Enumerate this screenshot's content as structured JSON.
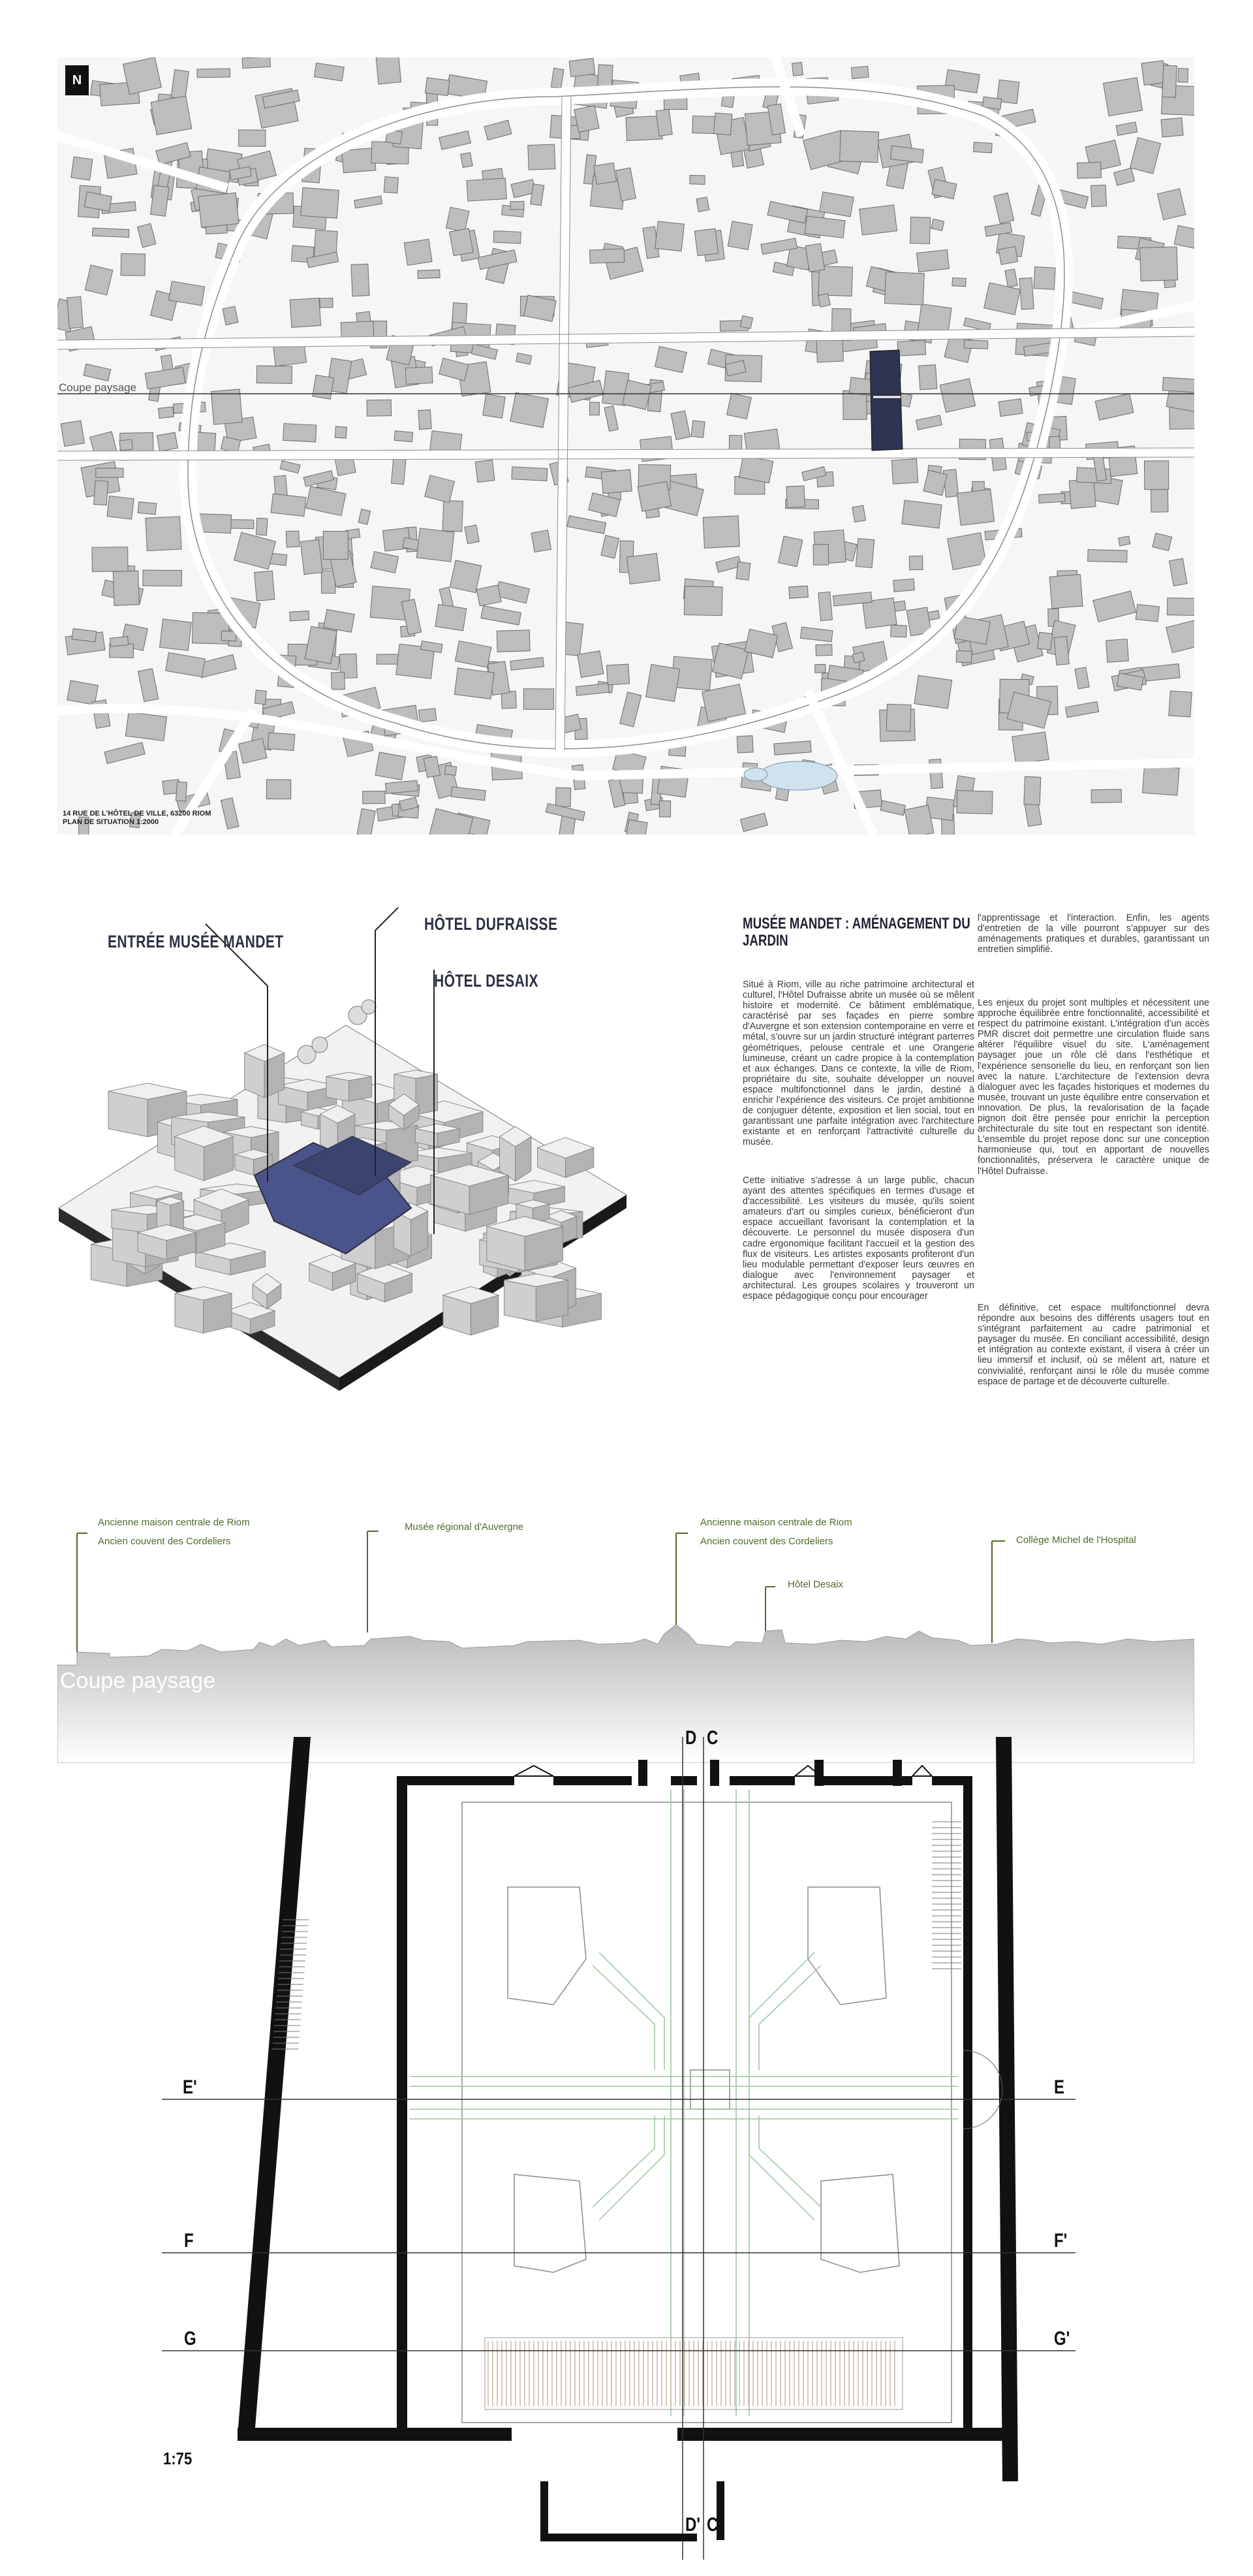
{
  "map": {
    "north_label": "N",
    "section_line_label": "Coupe paysage",
    "address_line1": "14 RUE DE L'HÔTEL DE VILLE, 63200 RIOM",
    "address_line2": "PLAN DE SITUATION 1:2000"
  },
  "axo": {
    "callout_entree": "ENTRÉE MUSÉE MANDET",
    "callout_dufraisse": "HÔTEL DUFRAISSE",
    "callout_desaix": "HÔTEL DESAIX"
  },
  "text": {
    "title": "MUSÉE MANDET : AMÉNAGEMENT DU JARDIN",
    "col1_p1": "Situé à Riom, ville au riche patrimoine architectural et culturel, l'Hôtel Dufraisse abrite un musée où se mêlent histoire et modernité. Ce bâtiment emblématique, caractérisé par ses façades en pierre sombre d'Auvergne et son extension contemporaine en verre et métal, s'ouvre sur un jardin structuré intégrant parterres géométriques, pelouse centrale et une Orangerie lumineuse, créant un cadre propice à la contemplation et aux échanges. Dans ce contexte, la ville de Riom, propriétaire du site, souhaite développer un nouvel espace multifonctionnel dans le jardin, destiné à enrichir l'expérience des visiteurs. Ce projet ambitionne de conjuguer détente, exposition et lien social, tout en garantissant une parfaite intégration avec l'architecture existante et en renforçant l'attractivité culturelle du musée.",
    "col1_p2": "Cette initiative s'adresse à un large public, chacun ayant des attentes spécifiques en termes d'usage et d'accessibilité. Les visiteurs du musée, qu'ils soient amateurs d'art ou simples curieux, bénéficieront d'un espace accueillant favorisant la contemplation et la découverte. Le personnel du musée disposera d'un cadre ergonomique facilitant l'accueil et la gestion des flux de visiteurs. Les artistes exposants profiteront d'un lieu modulable permettant d'exposer leurs œuvres en dialogue avec l'environnement paysager et architectural. Les groupes scolaires y trouveront un espace pédagogique conçu pour encourager",
    "col2_p1": "l'apprentissage et l'interaction. Enfin, les agents d'entretien de la ville pourront s'appuyer sur des aménagements pratiques et durables, garantissant un entretien simplifié.",
    "col2_p2": "Les enjeux du projet sont multiples et nécessitent une approche équilibrée entre fonctionnalité, accessibilité et respect du patrimoine existant. L'intégration d'un accès PMR discret doit permettre une circulation fluide sans altérer l'équilibre visuel du site. L'aménagement paysager joue un rôle clé dans l'esthétique et l'expérience sensorielle du lieu, en renforçant son lien avec la nature. L'architecture de l'extension devra dialoguer avec les façades historiques et modernes du musée, trouvant un juste équilibre entre conservation et innovation. De plus, la revalorisation de la façade pignon doit être pensée pour enrichir la perception architecturale du site tout en respectant son identité. L'ensemble du projet repose donc sur une conception harmonieuse qui, tout en apportant de nouvelles fonctionnalités, préservera le caractère unique de l'Hôtel Dufraisse.",
    "col2_p3": "En définitive, cet espace multifonctionnel devra répondre aux besoins des différents usagers tout en s'intégrant parfaitement au cadre patrimonial et paysager du musée. En conciliant accessibilité, design et intégration au contexte existant, il visera à créer un lieu immersif et inclusif, où se mêlent art, nature et convivialité, renforçant ainsi le rôle du musée comme espace de partage et de découverte culturelle."
  },
  "section": {
    "label_1a": "Ancienne maison centrale de Riom",
    "label_1b": "Ancien couvent des Cordeliers",
    "label_2": "Musée régional d'Auvergne",
    "label_3a": "Ancienne maison centrale de Riom",
    "label_3b": "Ancien couvent des Cordeliers",
    "label_4": "Hôtel Desaix",
    "label_5": "Collège Michel de l'Hospital",
    "title": "Coupe paysage"
  },
  "plan": {
    "scale": "1:75",
    "axis_d_top": "D",
    "axis_c_top": "C",
    "axis_d_bottom": "D'",
    "axis_c_bottom": "C'",
    "axis_e_left": "E'",
    "axis_e_right": "E",
    "axis_f_left": "F",
    "axis_f_right": "F'",
    "axis_g_left": "G",
    "axis_g_right": "G'"
  },
  "colors": {
    "building_fill": "#bdbdbd",
    "site_highlight": "#2e3452",
    "axo_highlight": "#4a548a",
    "label_green": "#4d6b2a",
    "wall": "#111111",
    "garden_green": "#9bc49b"
  }
}
